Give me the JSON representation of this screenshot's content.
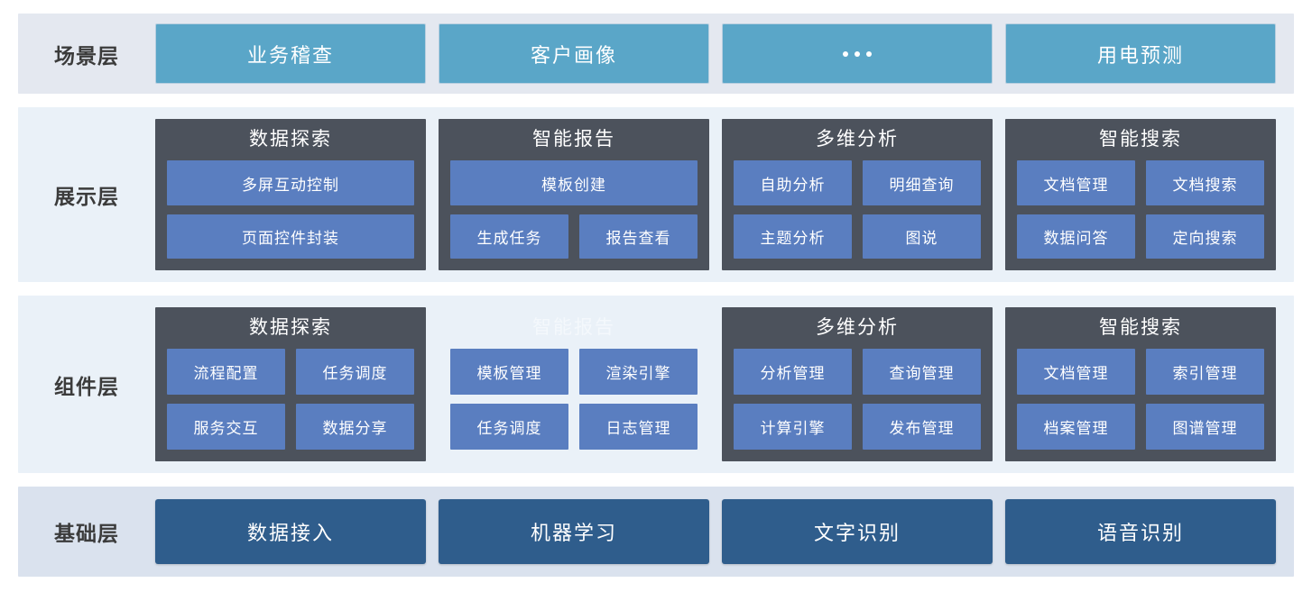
{
  "colors": {
    "scenario_row_bg": "#e4e8f0",
    "display_row_bg": "#eaf1f8",
    "component_row_bg": "#eaf1f8",
    "base_row_bg": "#dae2ee",
    "scenario_tile": "#5aa6c8",
    "base_tile": "#2f5d8c",
    "card_bg": "#4c525c",
    "chip_bg": "#5a7ec0",
    "label_text": "#3b3b3b"
  },
  "layers": [
    {
      "id": "scenario",
      "label": "场景层",
      "tiles": [
        {
          "label": "业务稽查",
          "icon": ""
        },
        {
          "label": "客户画像",
          "icon": ""
        },
        {
          "label": "",
          "icon": "ellipsis-icon"
        },
        {
          "label": "用电预测",
          "icon": ""
        }
      ]
    },
    {
      "id": "display",
      "label": "展示层",
      "cards": [
        {
          "title": "数据探索",
          "muted": false,
          "rows": [
            [
              "多屏互动控制"
            ],
            [
              "页面控件封装"
            ]
          ]
        },
        {
          "title": "智能报告",
          "muted": false,
          "rows": [
            [
              "模板创建"
            ],
            [
              "生成任务",
              "报告查看"
            ]
          ]
        },
        {
          "title": "多维分析",
          "muted": false,
          "rows": [
            [
              "自助分析",
              "明细查询"
            ],
            [
              "主题分析",
              "图说"
            ]
          ]
        },
        {
          "title": "智能搜索",
          "muted": false,
          "rows": [
            [
              "文档管理",
              "文档搜索"
            ],
            [
              "数据问答",
              "定向搜索"
            ]
          ]
        }
      ]
    },
    {
      "id": "component",
      "label": "组件层",
      "cards": [
        {
          "title": "数据探索",
          "muted": false,
          "rows": [
            [
              "流程配置",
              "任务调度"
            ],
            [
              "服务交互",
              "数据分享"
            ]
          ]
        },
        {
          "title": "智能报告",
          "muted": true,
          "rows": [
            [
              "模板管理",
              "渲染引擎"
            ],
            [
              "任务调度",
              "日志管理"
            ]
          ]
        },
        {
          "title": "多维分析",
          "muted": false,
          "rows": [
            [
              "分析管理",
              "查询管理"
            ],
            [
              "计算引擎",
              "发布管理"
            ]
          ]
        },
        {
          "title": "智能搜索",
          "muted": false,
          "rows": [
            [
              "文档管理",
              "索引管理"
            ],
            [
              "档案管理",
              "图谱管理"
            ]
          ]
        }
      ]
    },
    {
      "id": "base",
      "label": "基础层",
      "tiles": [
        {
          "label": "数据接入",
          "icon": ""
        },
        {
          "label": "机器学习",
          "icon": ""
        },
        {
          "label": "文字识别",
          "icon": ""
        },
        {
          "label": "语音识别",
          "icon": ""
        }
      ]
    }
  ]
}
